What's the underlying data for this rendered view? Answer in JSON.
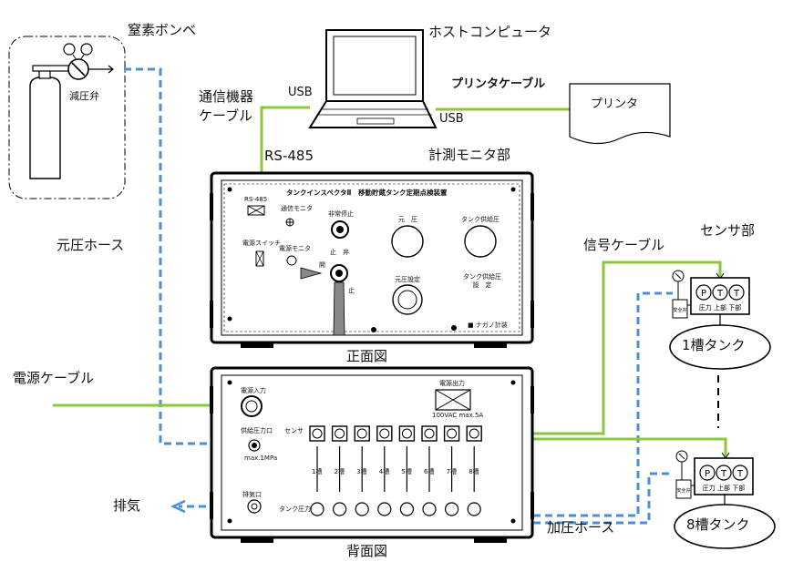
{
  "labels": {
    "nitrogen_cylinder": "窒素ボンベ",
    "pressure_reducing_valve": "減圧弁",
    "host_computer": "ホストコンピュータ",
    "comm_cable": "通信機器\nケーブル",
    "usb_left": "USB",
    "usb_right": "USB",
    "printer_cable": "プリンタケーブル",
    "printer": "プリンタ",
    "rs485": "RS-485",
    "measurement_monitor": "計測モニタ部",
    "source_pressure_hose": "元圧ホース",
    "signal_cable": "信号ケーブル",
    "sensor_unit": "センサ部",
    "front_view": "正面図",
    "power_cable": "電源ケーブル",
    "exhaust": "排気",
    "rear_view": "背面図",
    "pressurizing_hose": "加圧ホース",
    "tank_1": "1槽タンク",
    "tank_8": "8槽タンク"
  },
  "front_panel": {
    "title": "タンクインスペクタⅡ　移動貯蔵タンク定期点検装置",
    "rs485_port": "RS-485",
    "comm_monitor": "通信モニタ",
    "power_switch": "電源スイッチ",
    "power_monitor": "電源モニタ",
    "emergency_stop": "非常停止",
    "valve_stop": "止　弁",
    "open": "開",
    "stop": "止",
    "source_pressure": "元　圧",
    "tank_pressure": "タンク供給圧",
    "source_pressure_setting": "元圧設定",
    "tank_pressure_setting": "タンク供給圧\n設　定",
    "maker": "■ ナガノ計装"
  },
  "rear_panel": {
    "power_input": "電源入力",
    "power_output": "電源出力",
    "power_output_rating": "100VAC max.5A",
    "supply_pressure_port": "供給圧力口",
    "supply_pressure_rating": "max.1MPa",
    "sensor": "センサ",
    "exhaust_port": "排気口",
    "tank_pressure": "タンク圧力",
    "channels": [
      "1槽",
      "2槽",
      "3槽",
      "4槽",
      "5槽",
      "6槽",
      "7槽",
      "8槽"
    ]
  },
  "sensor_box": {
    "gauges": [
      "P",
      "T",
      "T"
    ],
    "caption": "圧力 上部 下部",
    "safety_valve": "安全弁"
  },
  "colors": {
    "signal_cable": "#8cc63f",
    "air_hose": "#4a8fd6",
    "line": "#000000"
  }
}
